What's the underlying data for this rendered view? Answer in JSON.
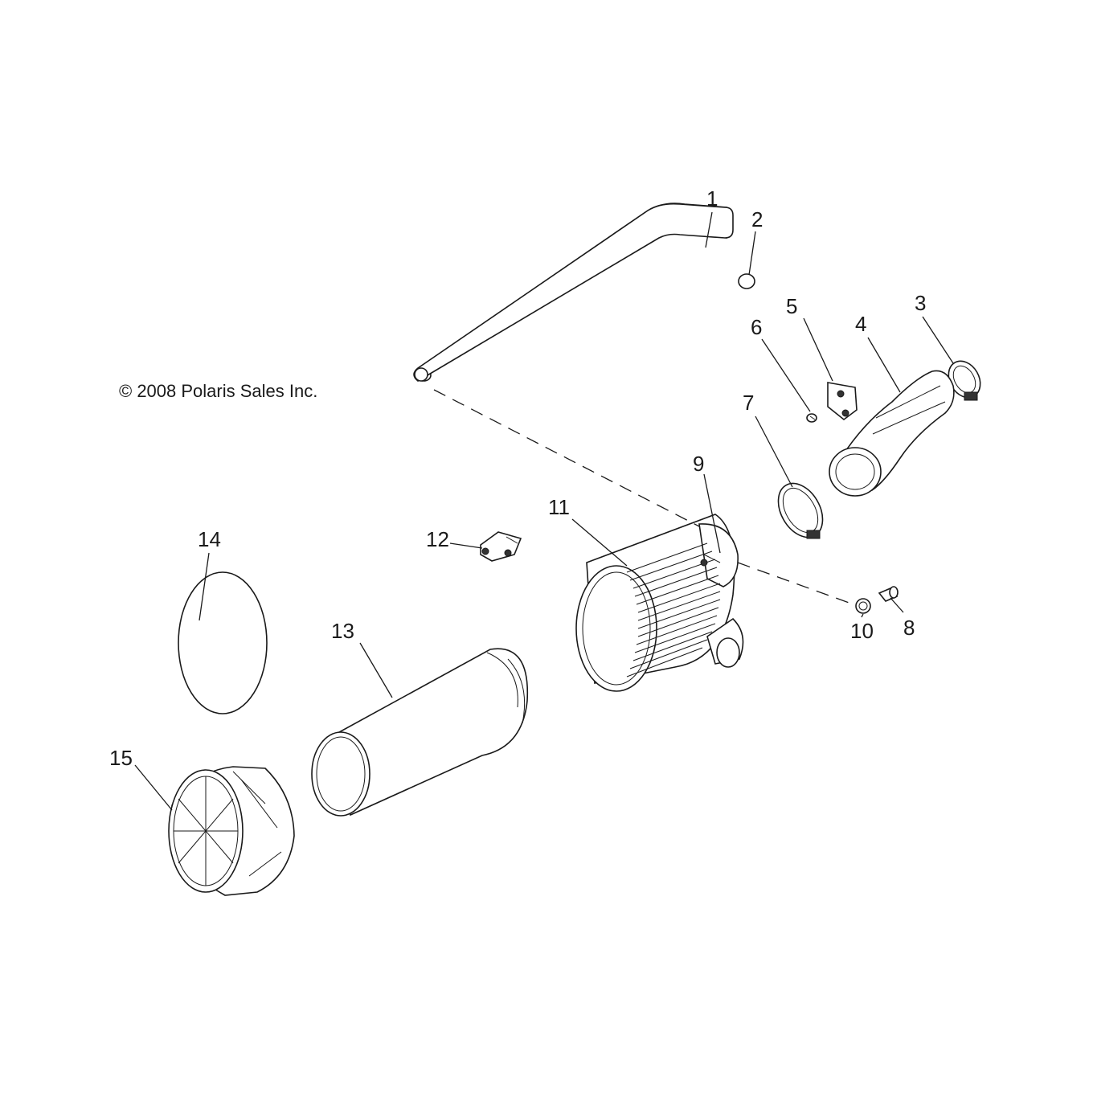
{
  "copyright": "© 2008 Polaris Sales Inc.",
  "callouts": {
    "c1": "1",
    "c2": "2",
    "c3": "3",
    "c4": "4",
    "c5": "5",
    "c6": "6",
    "c7": "7",
    "c8": "8",
    "c9": "9",
    "c10": "10",
    "c11": "11",
    "c12": "12",
    "c13": "13",
    "c14": "14",
    "c15": "15"
  }
}
